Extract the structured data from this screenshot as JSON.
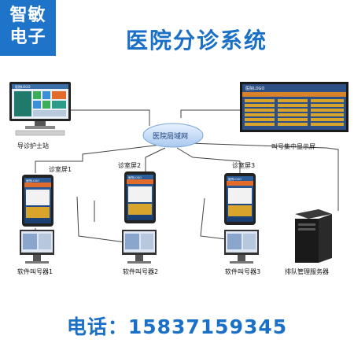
{
  "brand": {
    "line1": "智敏",
    "line2": "电子"
  },
  "title": "医院分诊系统",
  "network_label": "医院局域网",
  "nodes": {
    "nurse_station": "导诊护士站",
    "call_display": "叫号集中显示屏",
    "room_screen_1": "诊室屏1",
    "room_screen_2": "诊室屏2",
    "room_screen_3": "诊室屏3",
    "caller_1": "软件叫号器1",
    "caller_2": "软件叫号器2",
    "caller_3": "软件叫号器3",
    "queue_server": "排队管理服务器"
  },
  "screen_logo": "医院LOGO",
  "phone": "电话：15837159345",
  "colors": {
    "brand": "#1e74c8",
    "title": "#1a6fc6",
    "line": "#444444"
  }
}
